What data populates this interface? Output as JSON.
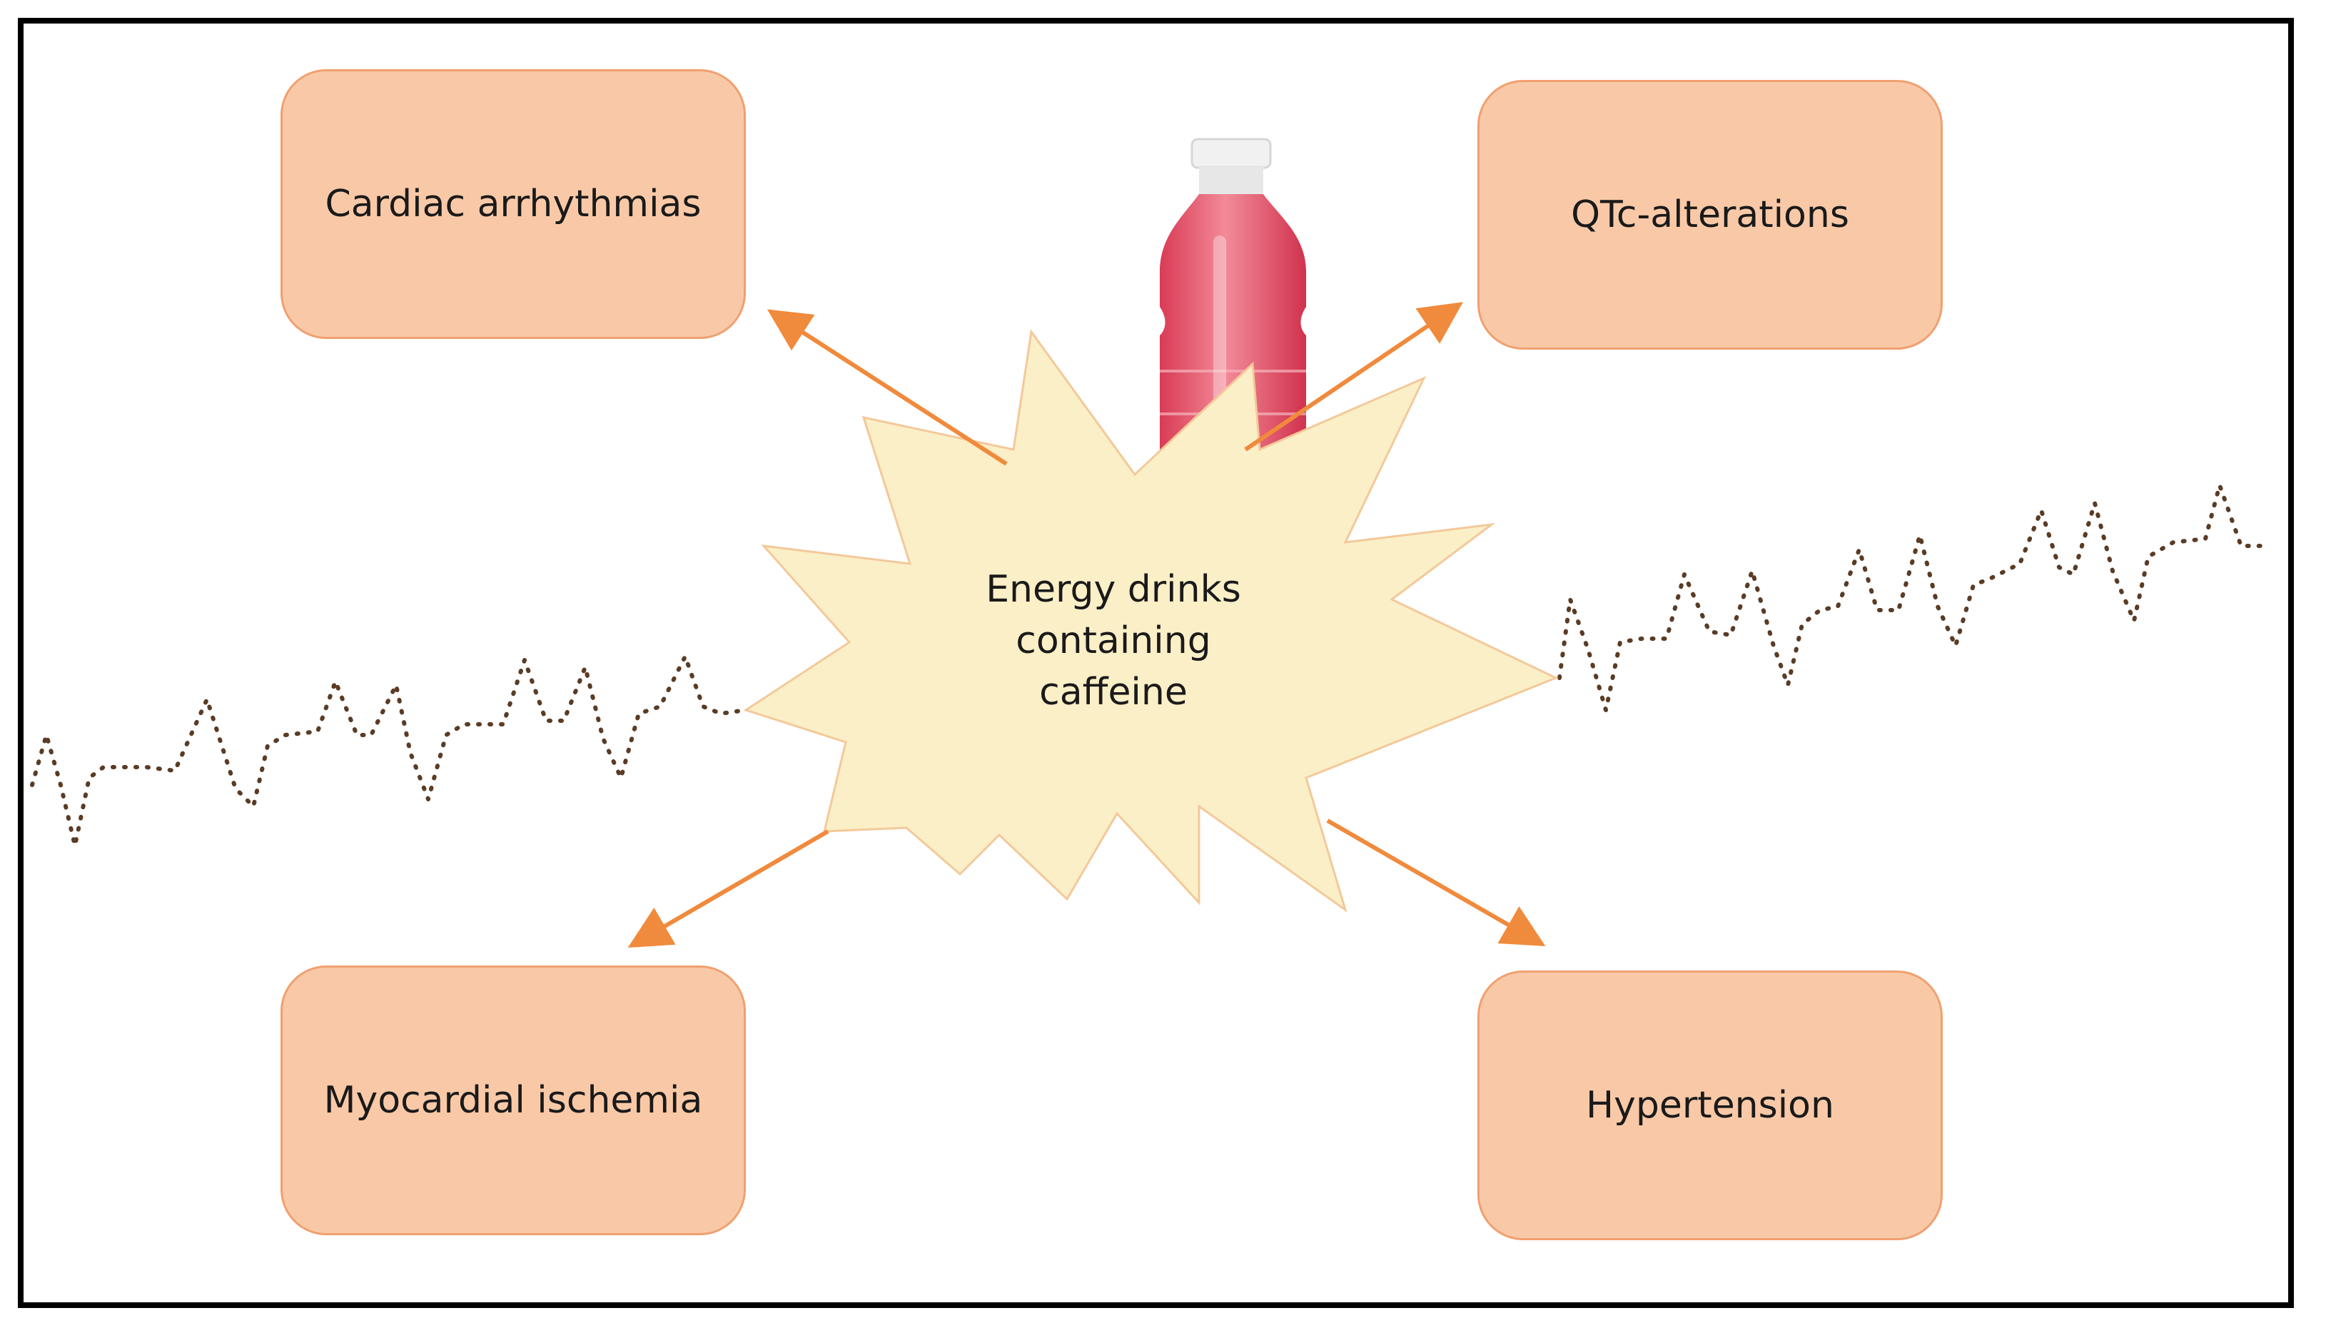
{
  "center": {
    "line1": "Energy drinks",
    "line2": "containing",
    "line3": "caffeine"
  },
  "effects": {
    "top_left": "Cardiac arrhythmias",
    "top_right": "QTc-alterations",
    "bottom_left": "Myocardial ischemia",
    "bottom_right": "Hypertension"
  },
  "colors": {
    "box_fill": "#f9c9a7",
    "box_border": "#f0a070",
    "arrow": "#f08a3c",
    "star_fill": "#fbefc7",
    "star_border": "#f3c99a",
    "bottle": "#e0566b",
    "coffee_trace": "#5a3b24"
  },
  "icons": [
    "energy-drink-bottle-icon",
    "coffee-bean-ecg-trace"
  ]
}
